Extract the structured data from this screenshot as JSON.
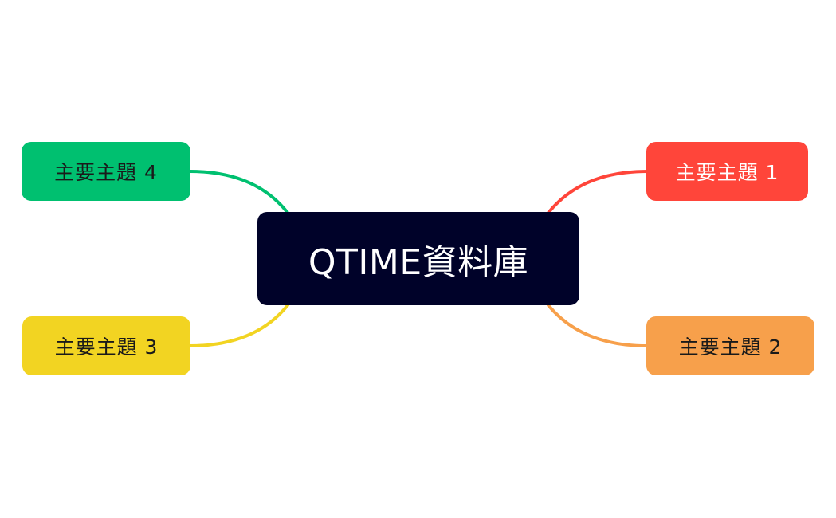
{
  "central_topic": {
    "label": "QTIME資料庫",
    "color": "#000229",
    "text_color": "#ffffff"
  },
  "main_topics": [
    {
      "label": "主要主題 1",
      "color": "#FF453A",
      "text_color": "#ffffff",
      "position": "right-top"
    },
    {
      "label": "主要主題 2",
      "color": "#F7A04B",
      "text_color": "#1a1a1a",
      "position": "right-bottom"
    },
    {
      "label": "主要主題 3",
      "color": "#F2D422",
      "text_color": "#1a1a1a",
      "position": "left-bottom"
    },
    {
      "label": "主要主題 4",
      "color": "#00C070",
      "text_color": "#1a1a1a",
      "position": "left-top"
    }
  ],
  "connectors": [
    {
      "from": "central",
      "to": "主要主題 1",
      "color": "#FF453A"
    },
    {
      "from": "central",
      "to": "主要主題 2",
      "color": "#F7A04B"
    },
    {
      "from": "central",
      "to": "主要主題 3",
      "color": "#F2D422"
    },
    {
      "from": "central",
      "to": "主要主題 4",
      "color": "#00C070"
    }
  ]
}
